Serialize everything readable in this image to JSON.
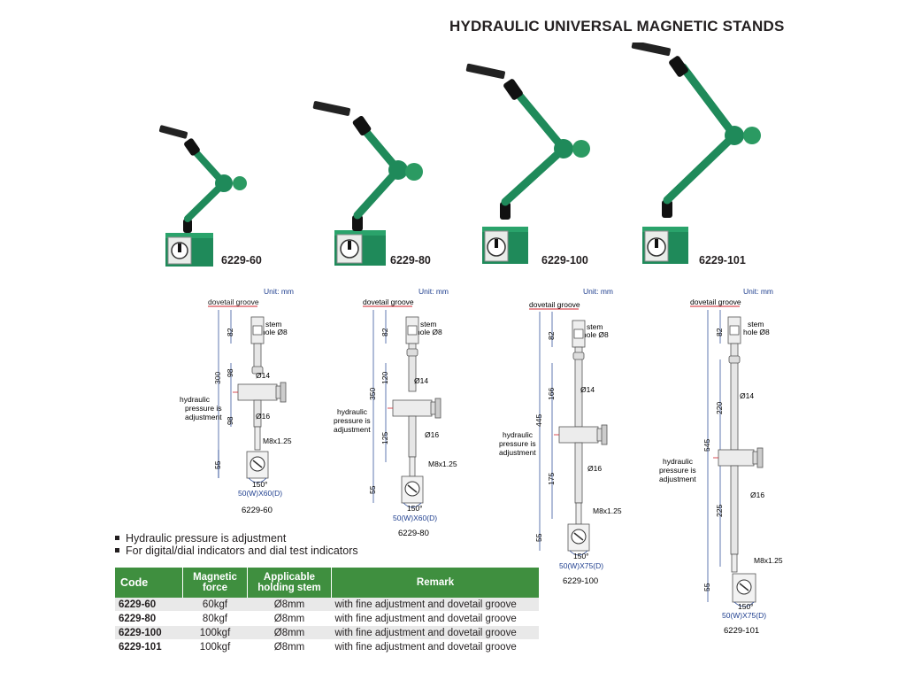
{
  "title": "HYDRAULIC UNIVERSAL MAGNETIC STANDS",
  "colors": {
    "green": "#2e8b57",
    "header": "#3f8f3f",
    "blue_dim": "#1f3f8f",
    "red_leader": "#d0202a"
  },
  "products": [
    {
      "code": "6229-60"
    },
    {
      "code": "6229-80"
    },
    {
      "code": "6229-100"
    },
    {
      "code": "6229-101"
    }
  ],
  "diagrams": [
    {
      "unit": "Unit: mm",
      "groove": "dovetail groove",
      "stem": "stem",
      "hole": "hole Ø8",
      "total": "300",
      "d_top": "82",
      "d_upper": "98",
      "d_lower": "98",
      "d_base": "55",
      "dia_upper": "Ø14",
      "dia_lower": "Ø16",
      "thread": "M8x1.25",
      "hyd1": "hydraulic",
      "hyd2": "pressure is",
      "hyd3": "adjustment",
      "angle": "150°",
      "base_size": "50(W)X60(D)",
      "model": "6229-60"
    },
    {
      "unit": "Unit: mm",
      "groove": "dovetail groove",
      "stem": "stem",
      "hole": "hole Ø8",
      "total": "350",
      "d_top": "82",
      "d_upper": "120",
      "d_lower": "125",
      "d_base": "55",
      "dia_upper": "Ø14",
      "dia_lower": "Ø16",
      "thread": "M8x1.25",
      "hyd1": "hydraulic",
      "hyd2": "pressure is",
      "hyd3": "adjustment",
      "angle": "150°",
      "base_size": "50(W)X60(D)",
      "model": "6229-80"
    },
    {
      "unit": "Unit: mm",
      "groove": "dovetail groove",
      "stem": "stem",
      "hole": "hole Ø8",
      "total": "445",
      "d_top": "82",
      "d_upper": "166",
      "d_lower": "175",
      "d_base": "55",
      "dia_upper": "Ø14",
      "dia_lower": "Ø16",
      "thread": "M8x1.25",
      "hyd1": "hydraulic",
      "hyd2": "pressure is",
      "hyd3": "adjustment",
      "angle": "150°",
      "base_size": "50(W)X75(D)",
      "model": "6229-100"
    },
    {
      "unit": "Unit: mm",
      "groove": "dovetail groove",
      "stem": "stem",
      "hole": "hole Ø8",
      "total": "545",
      "d_top": "82",
      "d_upper": "220",
      "d_lower": "225",
      "d_base": "55",
      "dia_upper": "Ø14",
      "dia_lower": "Ø16",
      "thread": "M8x1.25",
      "hyd1": "hydraulic",
      "hyd2": "pressure is",
      "hyd3": "adjustment",
      "angle": "150°",
      "base_size": "50(W)X75(D)",
      "model": "6229-101"
    }
  ],
  "bullets": [
    "Hydraulic pressure is adjustment",
    "For digital/dial indicators and dial test indicators"
  ],
  "table": {
    "headers": {
      "code": "Code",
      "force_1": "Magnetic",
      "force_2": "force",
      "stem_1": "Applicable",
      "stem_2": "holding stem",
      "remark": "Remark"
    },
    "rows": [
      {
        "code": "6229-60",
        "force": "60kgf",
        "stem": "Ø8mm",
        "remark": "with fine adjustment and dovetail groove"
      },
      {
        "code": "6229-80",
        "force": "80kgf",
        "stem": "Ø8mm",
        "remark": "with fine adjustment and dovetail groove"
      },
      {
        "code": "6229-100",
        "force": "100kgf",
        "stem": "Ø8mm",
        "remark": "with fine adjustment and dovetail groove"
      },
      {
        "code": "6229-101",
        "force": "100kgf",
        "stem": "Ø8mm",
        "remark": "with fine adjustment and dovetail groove"
      }
    ]
  }
}
